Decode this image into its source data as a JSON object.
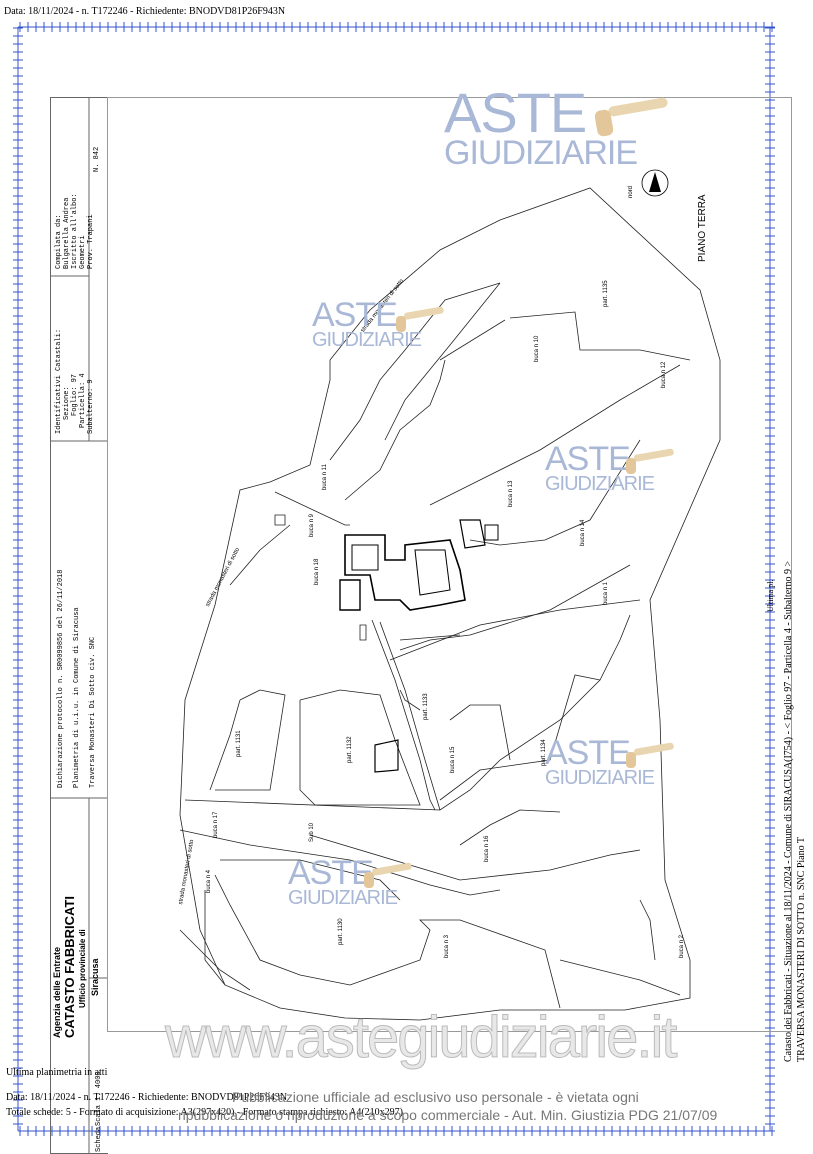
{
  "header": {
    "top_line": "Data: 18/11/2024 - n. T172246 - Richiedente: BNODVD81P26F943N"
  },
  "title_block": {
    "agency": "Agenzia delle Entrate",
    "catasto": "CATASTO FABBRICATI",
    "ufficio": "Ufficio provinciale di",
    "city": "Siracusa",
    "dichiarazione": "Dichiarazione protocollo n.    SR0099856 del   26/11/2018",
    "planimetria": "Planimetria di u.i.u. in Comune di Siracusa",
    "indirizzo": "Traversa Monasteri Di Sotto                         civ.  SNC",
    "identificativi_title": "Identificativi Catastali:",
    "sezione": "Sezione:",
    "foglio": "Foglio: 97",
    "particella": "Particella: 4",
    "subalterno": "Subalterno: 9",
    "compilata_title": "Compilata da:",
    "compilatore": "Bulgarella Andrea",
    "iscritto": "Iscritto all'albo:",
    "albo": "Geometri",
    "prov": "Prov. Trapani",
    "numero": "N. 842",
    "scala": "Scala 1: 4000",
    "scheda": "Scheda"
  },
  "drawing": {
    "piano": "PIANO TERRA",
    "nord": "nord",
    "labels": [
      "strada monasteri di sotto",
      "strada monasteri di sotto",
      "strada monasteri di sotto",
      "part. 1135",
      "buca n 10",
      "buca n 12",
      "buca n 11",
      "buca n 13",
      "buca n 14",
      "buca n 9",
      "buca n 18",
      "buca n 1",
      "part. 1133",
      "part. 1131",
      "part. 1132",
      "part. 1134",
      "buca n 15",
      "buca n 17",
      "Sub 10",
      "buca n 16",
      "buca n 4",
      "part. 1130",
      "buca n 3",
      "buca n 2"
    ]
  },
  "watermarks": {
    "aste": "ASTE",
    "giudiziarie": "GIUDIZIARIE",
    "url": "www.astegiudiziarie.it"
  },
  "footer": {
    "ultima": "Ultima planimetria in atti",
    "data_line": "Data: 18/11/2024 - n. T172246 - Richiedente: BNODVD81P26F943N",
    "totale": "Totale schede: 5 - Formato di acquisizione: A3(297x420) - Formato stampa richiesto: A4(210x297)",
    "pub1": "Pubblicazione ufficiale ad esclusivo uso personale - è vietata ogni",
    "pub2": "ripubblicazione o riproduzione a scopo commerciale - Aut. Min. Giustizia PDG 21/07/09"
  },
  "right_side": {
    "line1": "Catasto dei Fabbricati - Situazione al 18/11/2024 - Comune di SIRACUSA(I754) - < Foglio 97 - Particella 4 - Subalterno 9 >",
    "line2": "TRAVERSA MONASTERI DI SOTTO n. SNC Piano T",
    "small": "Ultima pl."
  }
}
